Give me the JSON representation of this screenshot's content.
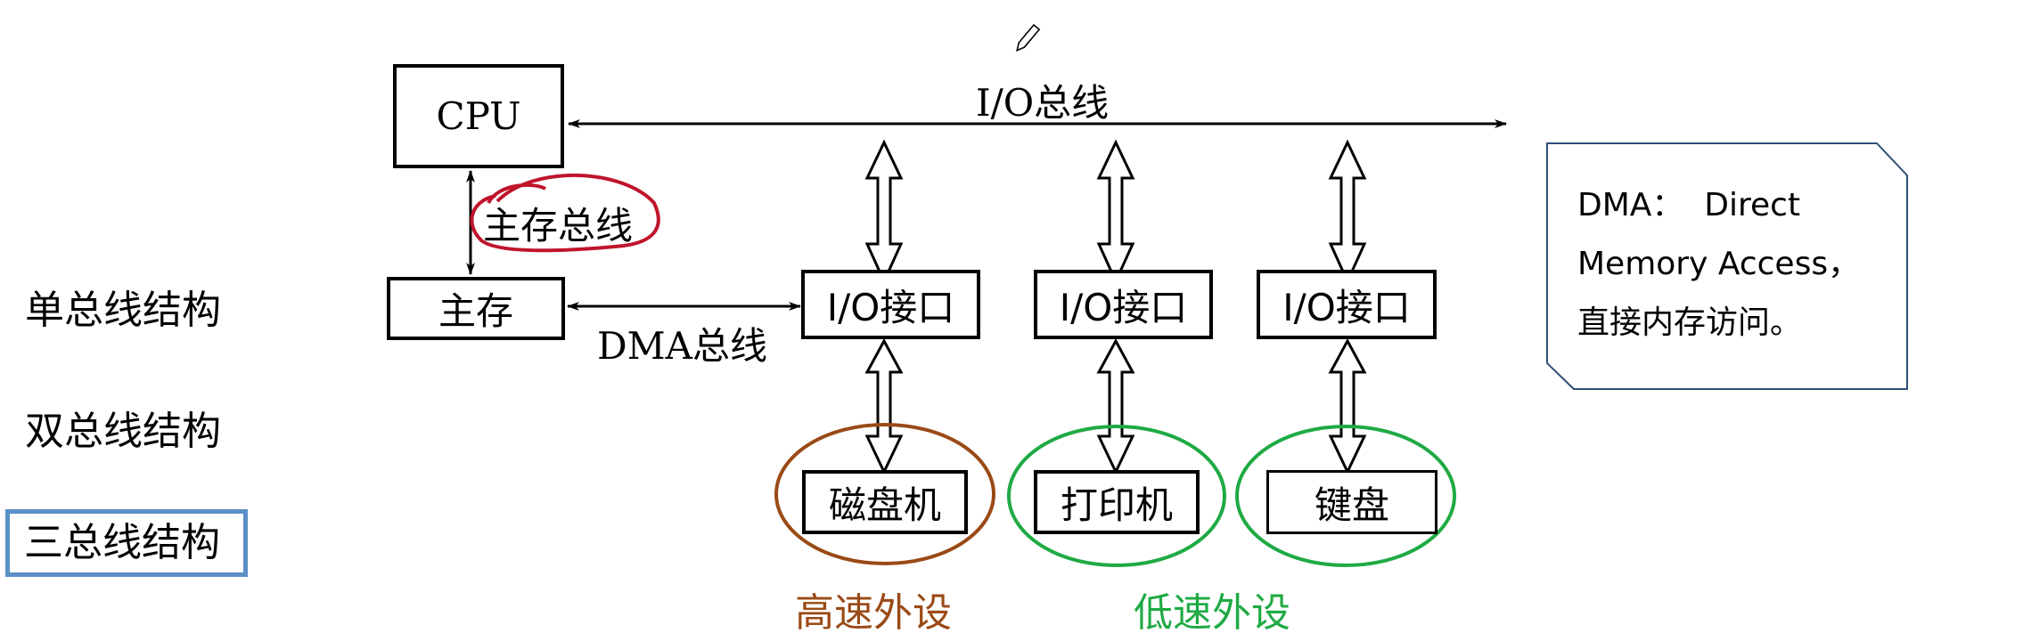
{
  "sidebar": {
    "items": [
      {
        "label": "单总线结构",
        "selected": false
      },
      {
        "label": "双总线结构",
        "selected": false
      },
      {
        "label": "三总线结构",
        "selected": true
      }
    ]
  },
  "diagram": {
    "cpu": "CPU",
    "main_memory": "主存",
    "memory_bus_label": "主存总线",
    "io_bus_label": "I/O总线",
    "dma_bus_label": "DMA总线",
    "io_interfaces": [
      "I/O接口",
      "I/O接口",
      "I/O接口"
    ],
    "devices": [
      "磁盘机",
      "打印机",
      "键盘"
    ],
    "high_speed_label": "高速外设",
    "low_speed_label": "低速外设"
  },
  "note": {
    "line1": "DMA：  Direct",
    "line2": "Memory Access，",
    "line3": "直接内存访问。"
  },
  "colors": {
    "highlight_circle": "#c0142c",
    "high_speed": "#9a4a16",
    "low_speed": "#1faa44",
    "selected_border": "#5b8fc6",
    "note_border": "#2e4e78"
  }
}
